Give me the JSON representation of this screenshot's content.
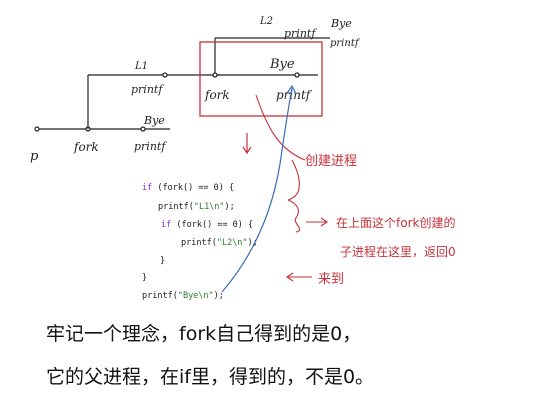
{
  "timeline": {
    "p_label": "p",
    "fork_label": "fork",
    "printf_label": "printf",
    "bye_label": "Bye",
    "l1_label": "L1",
    "l2_label": "L2"
  },
  "box": {
    "fork_label": "fork",
    "printf_label": "printf",
    "bye_label": "Bye"
  },
  "code": {
    "lines": [
      {
        "pre": "if",
        "mid": " (fork() == 0) {",
        "str": "",
        "post": ""
      },
      {
        "pre": "",
        "mid": "printf(",
        "str": "\"L1\\n\"",
        "post": ");"
      },
      {
        "pre": "if",
        "mid": " (fork() == 0) {",
        "str": "",
        "post": ""
      },
      {
        "pre": "",
        "mid": "printf(",
        "str": "\"L2\\n\"",
        "post": ");"
      },
      {
        "pre": "",
        "mid": "}",
        "str": "",
        "post": ""
      },
      {
        "pre": "",
        "mid": "}",
        "str": "",
        "post": ""
      },
      {
        "pre": "",
        "mid": "printf(",
        "str": "\"Bye\\n\"",
        "post": ");"
      }
    ]
  },
  "annotations": {
    "create_process": "创建进程",
    "child_created": "在上面这个fork创建的",
    "child_here": "子进程在这里，返回0",
    "come_here": "来到"
  },
  "notes": {
    "line1": "牢记一个理念，fork自己得到的是0，",
    "line2": "它的父进程，在if里，得到的，不是0。"
  },
  "colors": {
    "ink": "#222222",
    "red": "#c8313a",
    "blue": "#3a6db5",
    "keyword": "#8a2be2",
    "string": "#2e7d32"
  }
}
